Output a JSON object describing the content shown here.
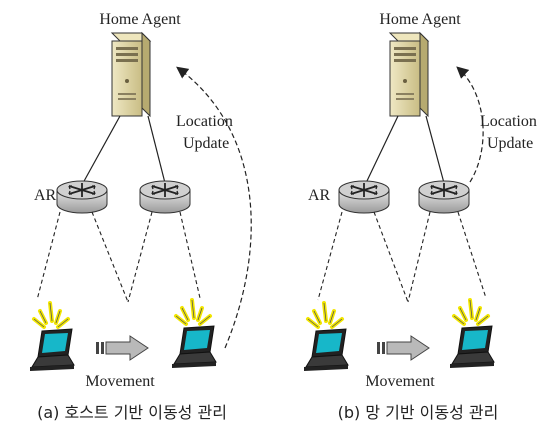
{
  "panels": [
    {
      "home_agent_label": "Home Agent",
      "ar_label": "AR",
      "location_update_label": [
        "Location",
        "Update"
      ],
      "movement_label": "Movement",
      "caption": "(a) 호스트 기반 이동성 관리"
    },
    {
      "home_agent_label": "Home Agent",
      "ar_label": "AR",
      "location_update_label": [
        "Location",
        "Update"
      ],
      "movement_label": "Movement",
      "caption": "(b) 망 기반 이동성 관리"
    }
  ],
  "colors": {
    "server_body": "#d9cf9c",
    "router_body": "#b8b8b8",
    "laptop_screen": "#17b7c9",
    "signal": "#f2e600",
    "arrow_fill": "#b9b9b9"
  }
}
